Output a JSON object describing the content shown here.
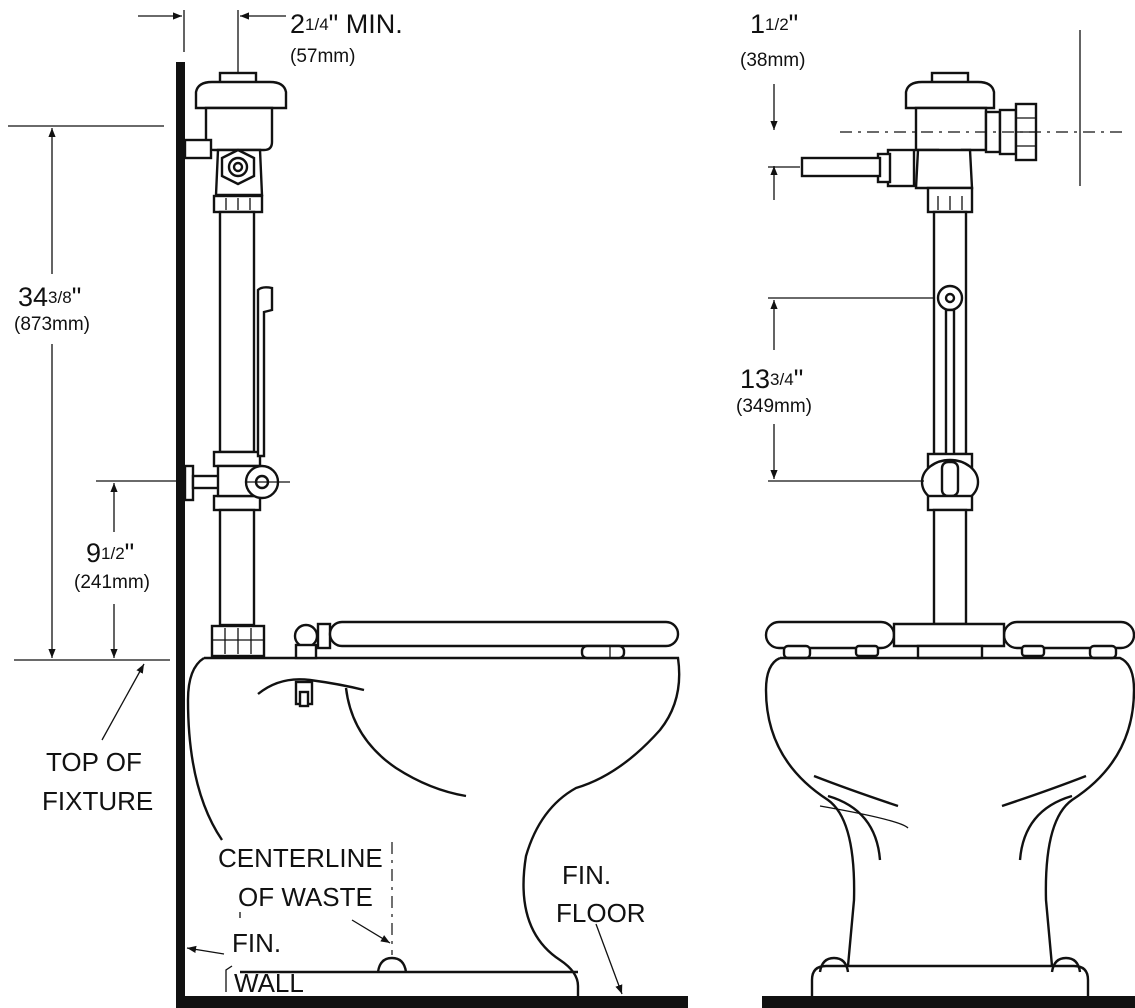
{
  "dimensions": {
    "offset_min": {
      "whole": "2",
      "frac": "1/4",
      "unit": "\" MIN.",
      "mm": "(57mm)"
    },
    "height_total": {
      "whole": "34",
      "frac": "3/8",
      "unit": "\"",
      "mm": "(873mm)"
    },
    "height_supply": {
      "whole": "9",
      "frac": "1/2",
      "unit": "\"",
      "mm": "(241mm)"
    },
    "handle_offset": {
      "whole": "1",
      "frac": "1/2",
      "unit": "\"",
      "mm": "(38mm)"
    },
    "tube_length": {
      "whole": "13",
      "frac": "3/4",
      "unit": "\"",
      "mm": "(349mm)"
    }
  },
  "labels": {
    "top_of_fixture_1": "TOP  OF",
    "top_of_fixture_2": "FIXTURE",
    "centerline_1": "CENTERLINE",
    "centerline_2": "OF  WASTE",
    "fin_wall_1": "FIN.",
    "fin_wall_2": "WALL",
    "fin_floor_1": "FIN.",
    "fin_floor_2": "FLOOR"
  }
}
